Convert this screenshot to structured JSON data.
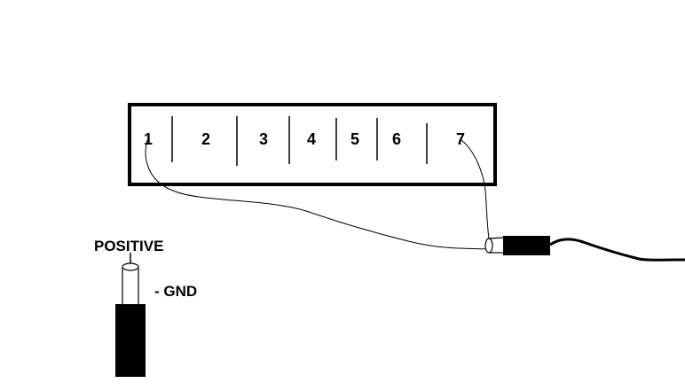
{
  "connector": {
    "pins": [
      {
        "label": "1"
      },
      {
        "label": "2"
      },
      {
        "label": "3"
      },
      {
        "label": "4"
      },
      {
        "label": "5"
      },
      {
        "label": "6"
      },
      {
        "label": "7"
      }
    ]
  },
  "plug_legend": {
    "positive_label": "POSITIVE",
    "gnd_label": "- GND"
  },
  "colors": {
    "stroke": "#000000",
    "background": "#ffffff"
  }
}
